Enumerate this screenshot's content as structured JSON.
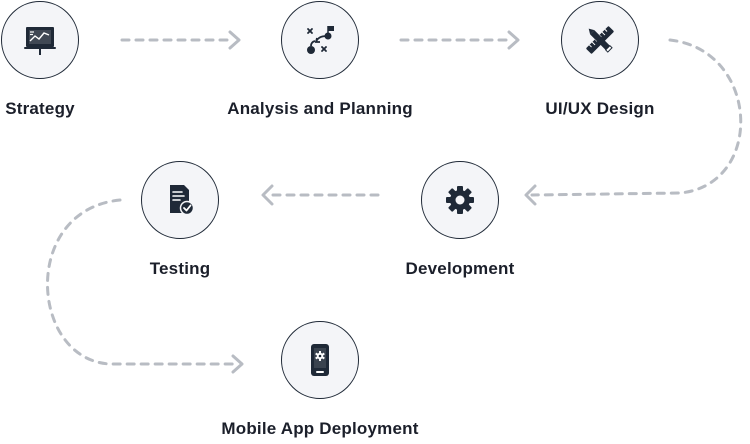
{
  "steps": [
    {
      "label": "Strategy",
      "icon": "strategy-board-icon"
    },
    {
      "label": "Analysis and Planning",
      "icon": "planning-path-icon"
    },
    {
      "label": "UI/UX Design",
      "icon": "design-tools-icon"
    },
    {
      "label": "Development",
      "icon": "gear-icon"
    },
    {
      "label": "Testing",
      "icon": "checked-document-icon"
    },
    {
      "label": "Mobile App Deployment",
      "icon": "mobile-settings-icon"
    }
  ],
  "colors": {
    "icon": "#1f2937",
    "circle_fill": "#f4f5f8",
    "circle_border": "#1f2937",
    "connector": "#b8bcc3",
    "text": "#1b1f2a"
  }
}
